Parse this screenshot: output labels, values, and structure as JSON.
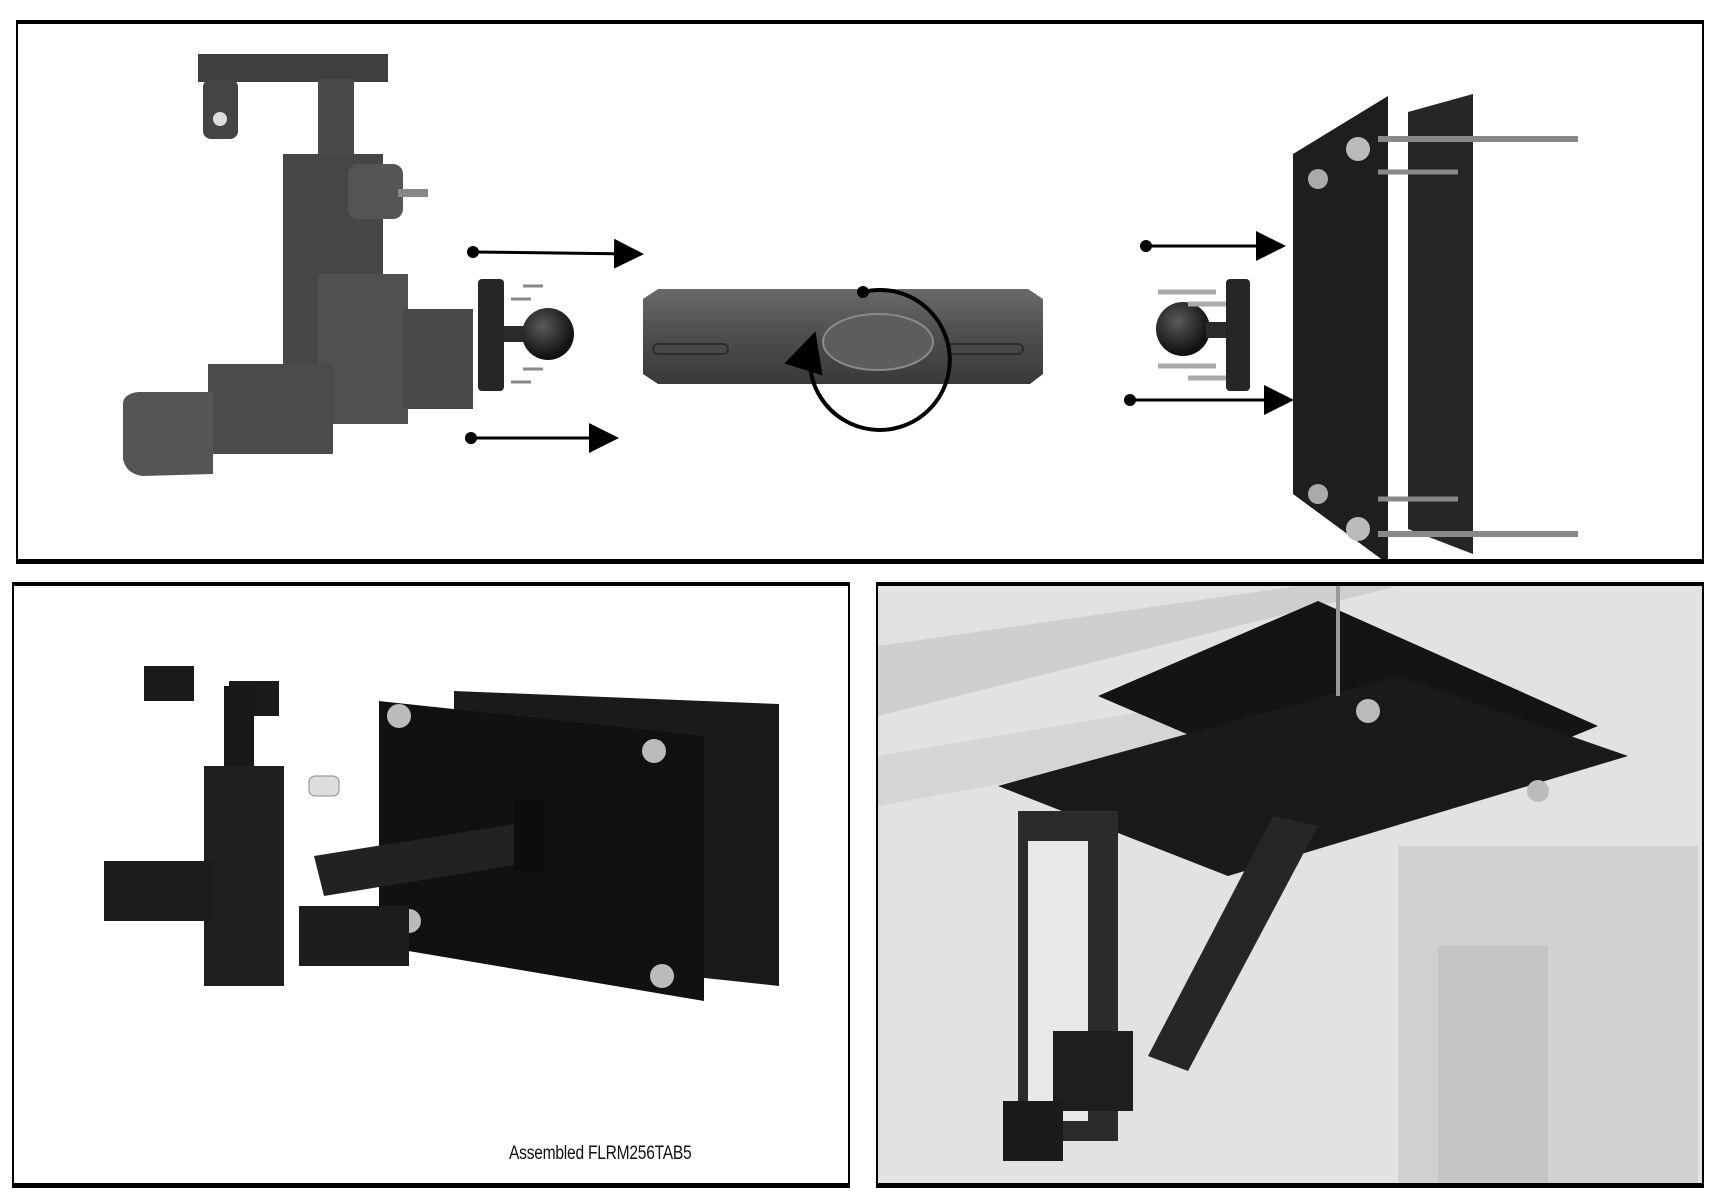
{
  "diagram": {
    "top_panel": {
      "description": "Exploded assembly view",
      "components": [
        {
          "name": "tablet-holder",
          "label": ""
        },
        {
          "name": "ball-base-left",
          "label": ""
        },
        {
          "name": "double-socket-arm",
          "label": ""
        },
        {
          "name": "ball-base-right",
          "label": ""
        },
        {
          "name": "clamp-plate-assembly",
          "label": ""
        }
      ],
      "arrows": [
        {
          "from": "ball-base-left",
          "direction": "right",
          "position": "upper"
        },
        {
          "from": "ball-base-left",
          "direction": "right",
          "position": "lower"
        },
        {
          "from": "ball-base-right",
          "direction": "right",
          "position": "upper"
        },
        {
          "from": "ball-base-right",
          "direction": "right",
          "position": "lower"
        },
        {
          "type": "rotation",
          "target": "arm-knob",
          "direction": "counterclockwise"
        }
      ]
    },
    "bottom_left_panel": {
      "caption": "Assembled FLRM256TAB5"
    },
    "bottom_right_panel": {
      "description": "Installed mount hanging under a shelf holding a tablet"
    }
  },
  "colors": {
    "border": "#000000",
    "metal_dark": "#1c1c1c",
    "metal_mid": "#4a4a4a",
    "background_photo": "#dcdcdc"
  }
}
